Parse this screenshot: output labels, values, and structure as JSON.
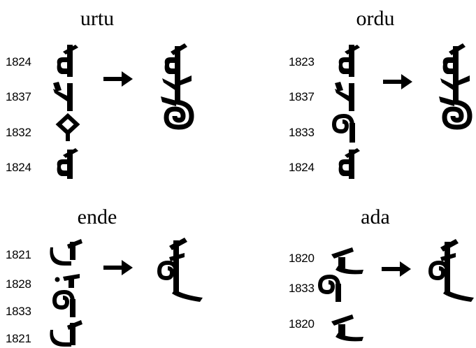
{
  "panels": [
    {
      "title": "urtu",
      "codes": [
        "1824",
        "1837",
        "1832",
        "1824"
      ]
    },
    {
      "title": "ordu",
      "codes": [
        "1823",
        "1837",
        "1833",
        "1824"
      ]
    },
    {
      "title": "ende",
      "codes": [
        "1821",
        "1828",
        "1833",
        "1821"
      ]
    },
    {
      "title": "ada",
      "codes": [
        "1820",
        "1833",
        "1820"
      ]
    }
  ],
  "ink_color": "#000000"
}
